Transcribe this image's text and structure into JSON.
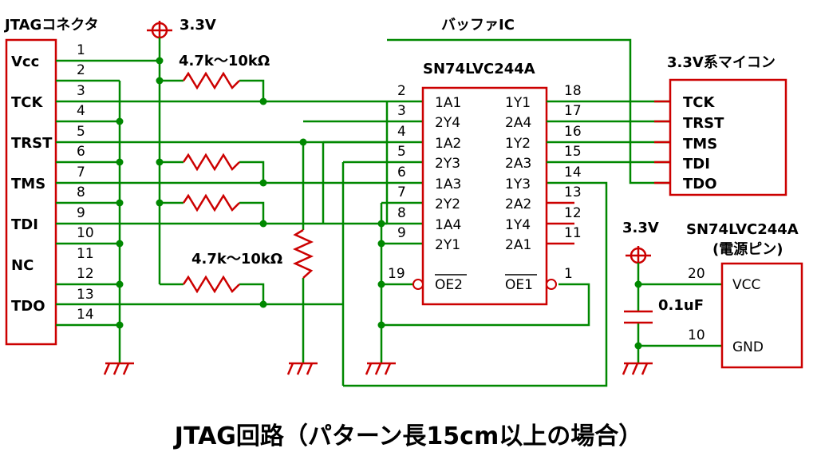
{
  "connector": {
    "title": "JTAGコネクタ",
    "pins": [
      "1",
      "2",
      "3",
      "4",
      "5",
      "6",
      "7",
      "8",
      "9",
      "10",
      "11",
      "12",
      "13",
      "14"
    ],
    "signals": [
      "Vcc",
      "TCK",
      "TRST",
      "TMS",
      "TDI",
      "NC",
      "TDO"
    ]
  },
  "power": {
    "label_top": "3.3V",
    "label_right": "3.3V",
    "res_label_1": "4.7k～10kΩ",
    "res_label_2": "4.7k～10kΩ",
    "cap_label": "0.1uF"
  },
  "buffer": {
    "title": "バッファIC",
    "part": "SN74LVC244A",
    "left_pins": [
      "2",
      "3",
      "4",
      "5",
      "6",
      "7",
      "8",
      "9",
      "19"
    ],
    "left_names": [
      "1A1",
      "2Y4",
      "1A2",
      "2Y3",
      "1A3",
      "2Y2",
      "1A4",
      "2Y1",
      "OE2"
    ],
    "right_pins": [
      "18",
      "17",
      "16",
      "15",
      "14",
      "13",
      "12",
      "11",
      "1"
    ],
    "right_names": [
      "1Y1",
      "2A4",
      "1Y2",
      "2A3",
      "1Y3",
      "2A2",
      "1Y4",
      "2A1",
      "OE1"
    ]
  },
  "mcu": {
    "title": "3.3V系マイコン",
    "signals": [
      "TCK",
      "TRST",
      "TMS",
      "TDI",
      "TDO"
    ]
  },
  "power_chip": {
    "title": "SN74LVC244A",
    "subtitle": "(電源ピン)",
    "pin_vcc": "20",
    "pin_gnd": "10",
    "name_vcc": "VCC",
    "name_gnd": "GND"
  },
  "caption": "JTAG回路（パターン長15cm以上の場合）"
}
